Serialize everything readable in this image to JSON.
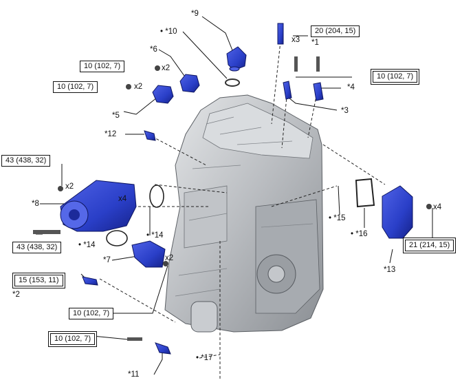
{
  "torque": {
    "spark_plug": "20 (204, 15)",
    "cam_bolts": "10 (102, 7)",
    "oil_valve_upper": "10 (102, 7)",
    "oil_valve_lower": "10 (102, 7)",
    "pump_bolts": "43 (438, 32)",
    "pump_bolt_lower": "43 (438, 32)",
    "sensor_2": "15 (153, 11)",
    "outlet_bolts": "10 (102, 7)",
    "sensor_11": "10 (102, 7)",
    "vacuum_pump": "21 (214, 15)"
  },
  "callouts": {
    "c1": "*1",
    "c2": "*2",
    "c3": "*3",
    "c4": "*4",
    "c5": "*5",
    "c6": "*6",
    "c7": "*7",
    "c8": "*8",
    "c9": "*9",
    "c10": "• *10",
    "c11": "*11",
    "c12": "*12",
    "c13": "*13",
    "c14a": "• *14",
    "c14b": "• *14",
    "c15": "• *15",
    "c16": "• *16",
    "c17": "• *17"
  },
  "qty": {
    "q_spark": "x3",
    "q_oilv1": "x2",
    "q_oilv2": "x2",
    "q_pump_top": "x2",
    "q_pump_side": "x4",
    "q_outlet": "x2",
    "q_vac": "x4"
  },
  "colors": {
    "part_blue": "#2a3fc8",
    "engine_gray": "#b9bcc0"
  }
}
